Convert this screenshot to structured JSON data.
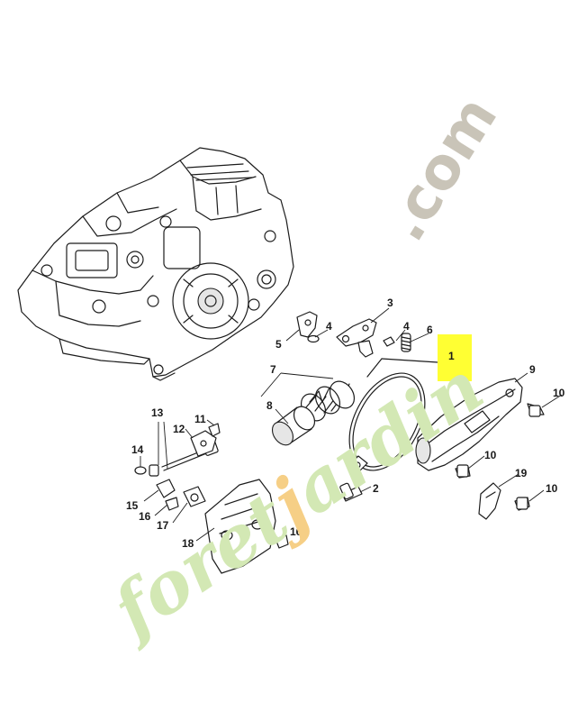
{
  "watermark": {
    "domain_suffix": ".com",
    "brand_a": "foret",
    "brand_accent": "j",
    "brand_b": "ardin"
  },
  "highlight_color": "#ffff33",
  "callouts": [
    {
      "id": "c1",
      "label": "1",
      "highlighted": true
    },
    {
      "id": "c2",
      "label": "2"
    },
    {
      "id": "c3",
      "label": "3"
    },
    {
      "id": "c4a",
      "label": "4"
    },
    {
      "id": "c4b",
      "label": "4"
    },
    {
      "id": "c5",
      "label": "5"
    },
    {
      "id": "c6",
      "label": "6"
    },
    {
      "id": "c7",
      "label": "7"
    },
    {
      "id": "c8",
      "label": "8"
    },
    {
      "id": "c9",
      "label": "9"
    },
    {
      "id": "c10a",
      "label": "10"
    },
    {
      "id": "c10b",
      "label": "10"
    },
    {
      "id": "c10c",
      "label": "10"
    },
    {
      "id": "c11",
      "label": "11"
    },
    {
      "id": "c12",
      "label": "12"
    },
    {
      "id": "c13",
      "label": "13"
    },
    {
      "id": "c14",
      "label": "14"
    },
    {
      "id": "c15",
      "label": "15"
    },
    {
      "id": "c16a",
      "label": "16"
    },
    {
      "id": "c16b",
      "label": "16"
    },
    {
      "id": "c17",
      "label": "17"
    },
    {
      "id": "c18",
      "label": "18"
    },
    {
      "id": "c19",
      "label": "19"
    }
  ]
}
